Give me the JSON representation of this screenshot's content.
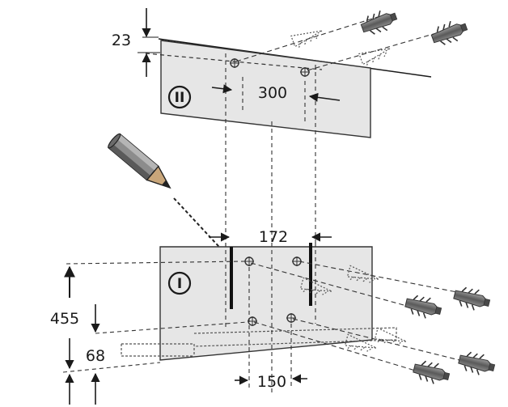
{
  "template_top": {
    "marker": "II",
    "offset_from_top": "23",
    "hole_spacing": "300"
  },
  "template_bottom": {
    "marker": "I",
    "hole_spacing_upper": "172",
    "hole_spacing_lower": "150",
    "height_to_upper_holes": "455",
    "height_to_lower_holes": "68"
  },
  "colors": {
    "line": "#1a1a1a",
    "plate": "#e6e6e6",
    "plate_stroke": "#333333",
    "dowel": "#6e6e6e"
  },
  "icons": {
    "pencil": "pencil-icon",
    "dowel": "wall-plug-icon"
  }
}
